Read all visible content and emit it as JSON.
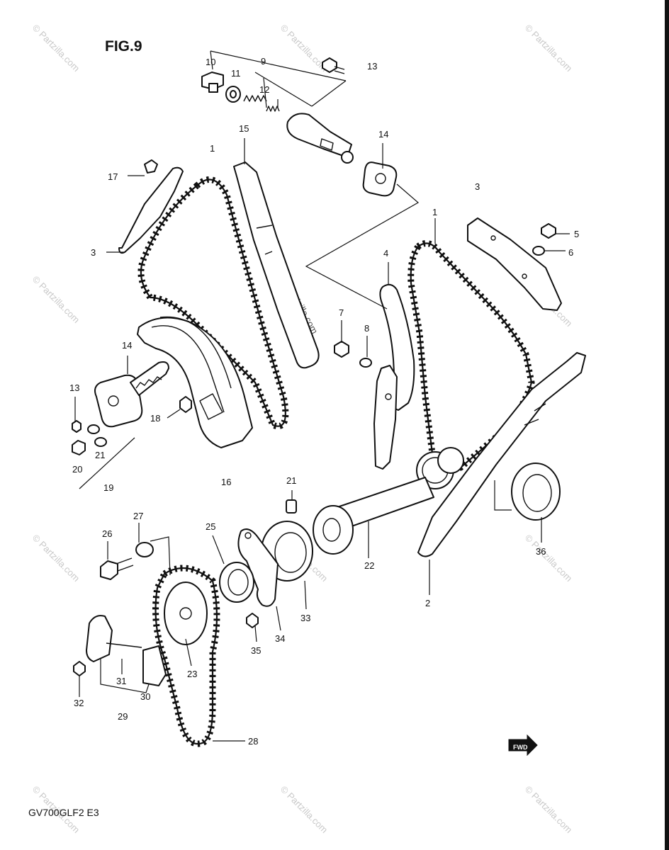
{
  "figure_title": "FIG.9",
  "footer_code": "GV700GLF2  E3",
  "center_watermark": "© Partzilla.com",
  "watermark_text": "© Partzilla.com",
  "front_arrow_label": "FWD",
  "callouts": {
    "c1a": "1",
    "c1b": "1",
    "c2": "2",
    "c3a": "3",
    "c3b": "3",
    "c4": "4",
    "c5": "5",
    "c6": "6",
    "c7": "7",
    "c8": "8",
    "c9": "9",
    "c10": "10",
    "c11": "11",
    "c12": "12",
    "c13a": "13",
    "c13b": "13",
    "c14a": "14",
    "c14b": "14",
    "c15": "15",
    "c16": "16",
    "c17": "17",
    "c18": "18",
    "c19": "19",
    "c20": "20",
    "c21a": "21",
    "c21b": "21",
    "c22": "22",
    "c23": "23",
    "c25": "25",
    "c26": "26",
    "c27": "27",
    "c28": "28",
    "c29": "29",
    "c30": "30",
    "c31": "31",
    "c32": "32",
    "c33": "33",
    "c34": "34",
    "c35": "35",
    "c36": "36"
  }
}
